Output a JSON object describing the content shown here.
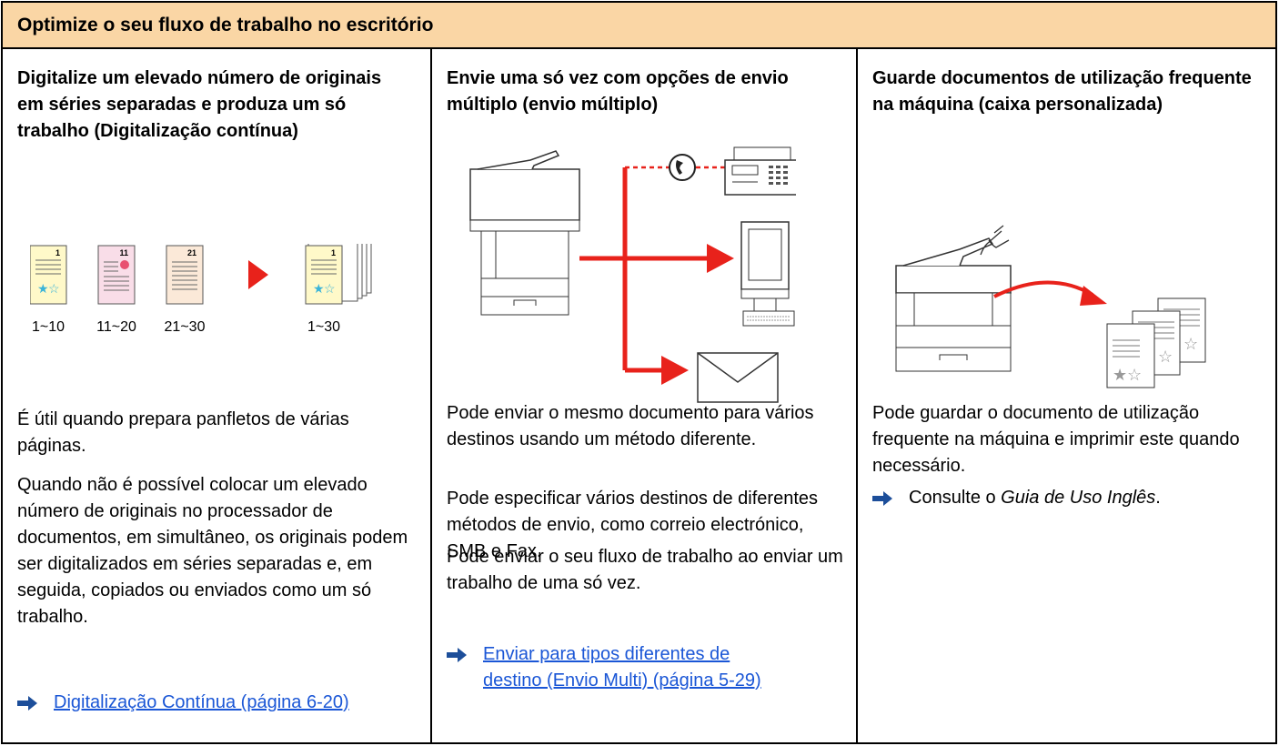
{
  "header": {
    "title": "Optimize o seu fluxo de trabalho no escritório"
  },
  "columns": [
    {
      "heading": "Digitalize um elevado número de originais em séries separadas e produza um só trabalho (Digitalização contínua)",
      "illustration": {
        "page_numbers": [
          "1",
          "11",
          "21",
          "1"
        ],
        "range_labels": [
          "1~10",
          "11~20",
          "21~30",
          "1~30"
        ]
      },
      "paragraphs": [
        "É útil quando prepara panfletos de várias páginas.",
        "Quando não é possível colocar um elevado número de originais no processador de documentos, em simultâneo, os originais podem ser digitalizados em séries separadas e, em seguida, copiados ou enviados como um só trabalho."
      ],
      "link": "Digitalização Contínua (página 6-20)"
    },
    {
      "heading": "Envie uma só vez com opções de envio múltiplo (envio múltiplo)",
      "paragraphs": [
        "Pode enviar o mesmo documento para vários destinos usando um método diferente.",
        "Pode especificar vários destinos de diferentes métodos de envio, como correio electrónico, SMB e Fax.",
        "Pode enviar o seu fluxo de trabalho ao enviar um trabalho de uma só vez."
      ],
      "link_line1": "Enviar para tipos diferentes de",
      "link_line2": "destino (Envio Multi) (página 5-29)"
    },
    {
      "heading": "Guarde documentos de utilização frequente na máquina (caixa personalizada)",
      "paragraphs": [
        "Pode guardar o documento de utilização frequente na máquina e imprimir este quando necessário."
      ],
      "ref_prefix": "Consulte o ",
      "ref_italic": "Guia de Uso Inglês",
      "ref_suffix": "."
    }
  ],
  "colors": {
    "header_bg": "#fad6a5",
    "accent_red": "#e8221b",
    "link_blue": "#1a56d6"
  }
}
